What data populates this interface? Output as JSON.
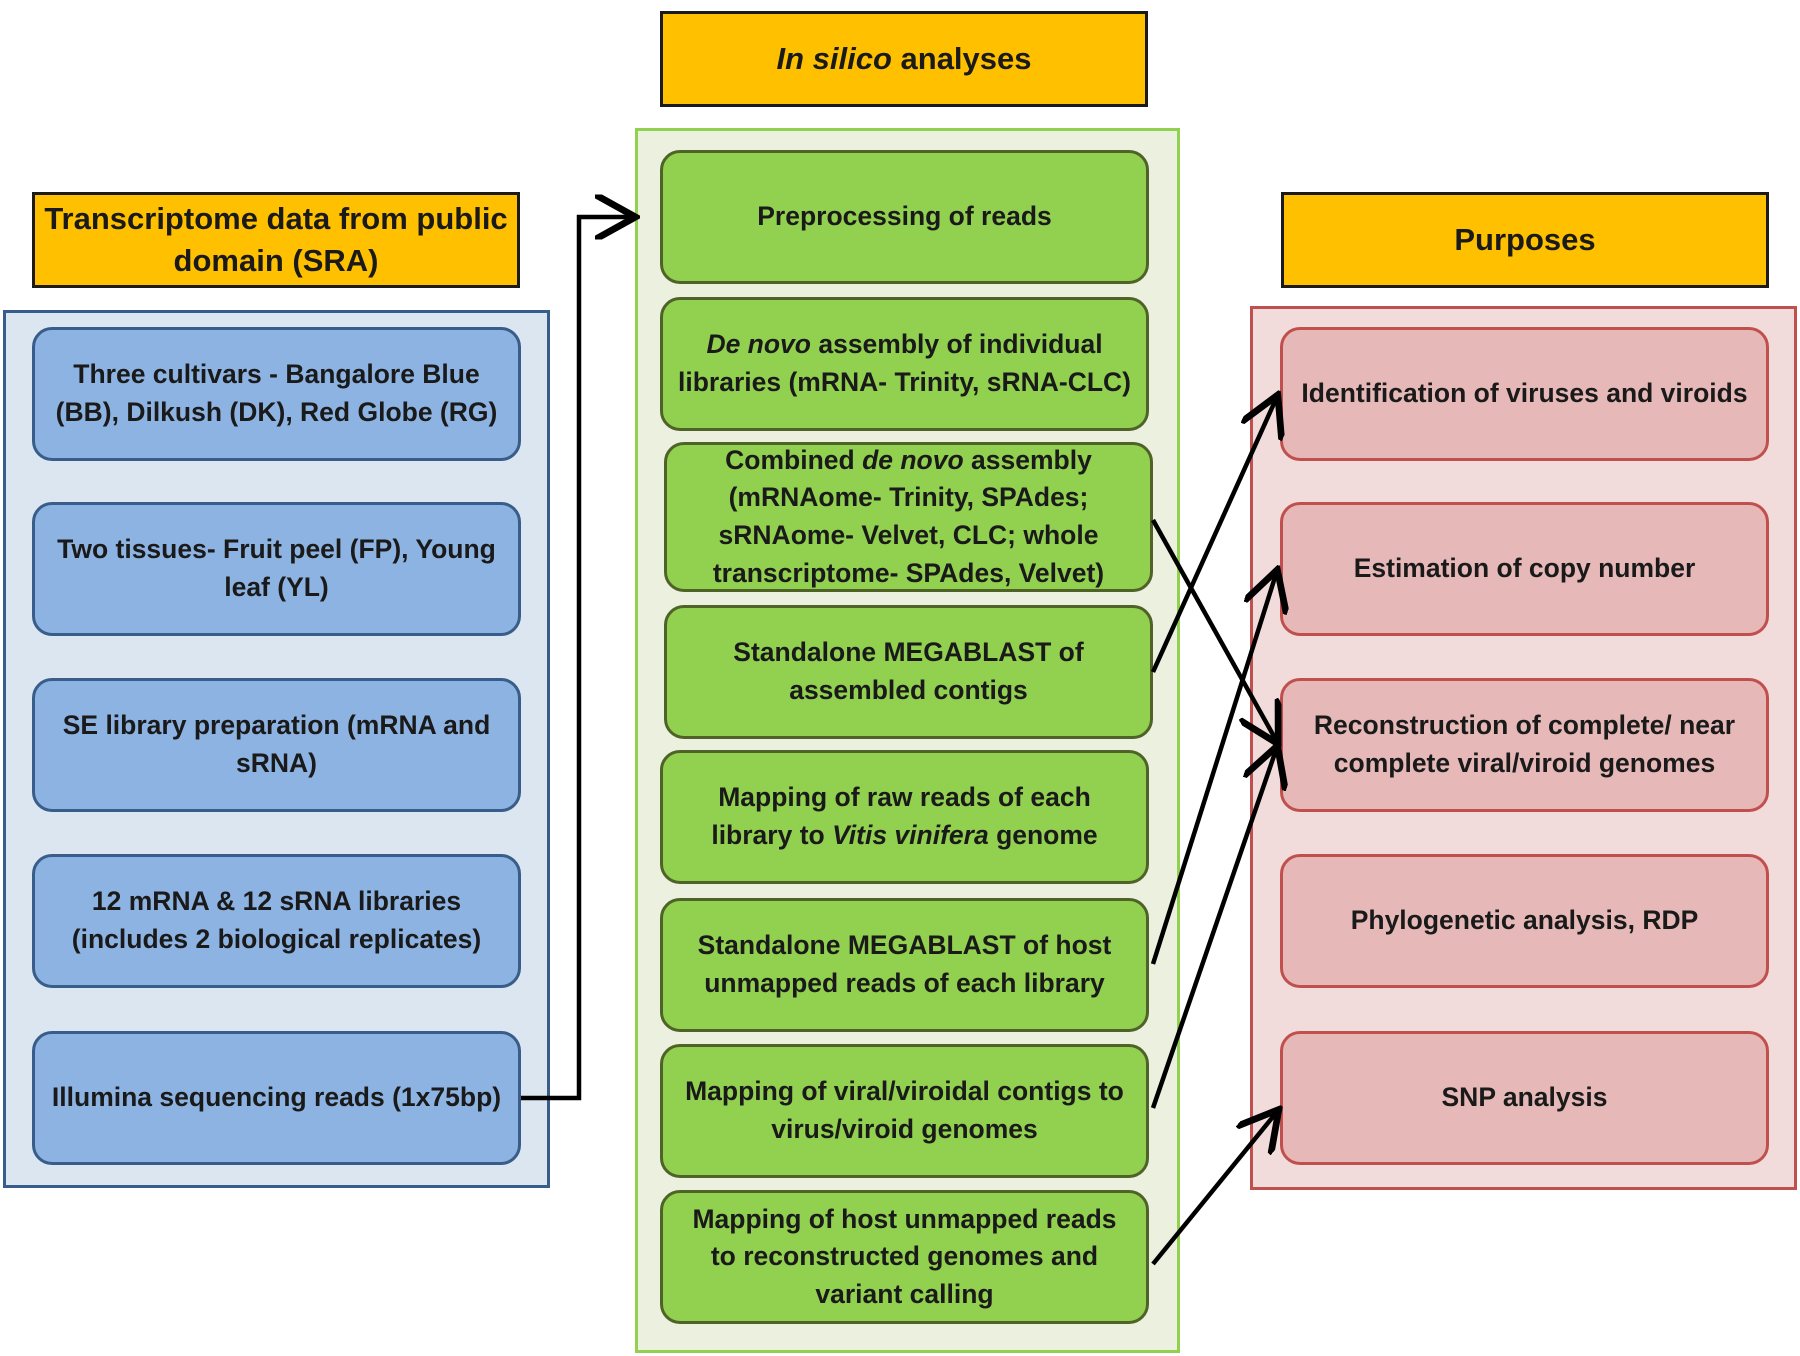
{
  "headers": {
    "left": "Transcriptome data from public domain (SRA)",
    "mid_italic": "In silico",
    "mid_rest": " analyses",
    "right": "Purposes"
  },
  "left_boxes": [
    "Three cultivars  - Bangalore Blue (BB), Dilkush (DK), Red Globe (RG)",
    "Two tissues- Fruit peel (FP), Young leaf (YL)",
    "SE library preparation (mRNA and sRNA)",
    "12 mRNA & 12 sRNA libraries (includes 2 biological  replicates)",
    "Illumina sequencing reads (1x75bp)"
  ],
  "mid_boxes": {
    "b1": "Preprocessing of reads",
    "b2_italic": "De novo",
    "b2_rest": " assembly of individual libraries (mRNA- Trinity, sRNA-CLC)",
    "b3_pre": "Combined ",
    "b3_italic": "de novo",
    "b3_rest": " assembly (mRNAome- Trinity, SPAdes; sRNAome- Velvet, CLC; whole transcriptome- SPAdes, Velvet)",
    "b4": "Standalone MEGABLAST of assembled contigs",
    "b5_pre": "Mapping of raw reads of each library to ",
    "b5_italic": "Vitis vinifera",
    "b5_rest": " genome",
    "b6": "Standalone MEGABLAST of host unmapped  reads of each library",
    "b7": "Mapping of viral/viroidal contigs to virus/viroid genomes",
    "b8": "Mapping of host unmapped reads to reconstructed genomes and variant calling"
  },
  "right_boxes": [
    "Identification of viruses and viroids",
    "Estimation of copy number",
    "Reconstruction of  complete/ near complete viral/viroid genomes",
    "Phylogenetic analysis, RDP",
    "SNP analysis"
  ],
  "colors": {
    "header_fill": "#ffc000",
    "blue_box": "#8db3e2",
    "green_box": "#92d050",
    "pink_box": "#e6b9b8",
    "arrow": "#000000"
  }
}
